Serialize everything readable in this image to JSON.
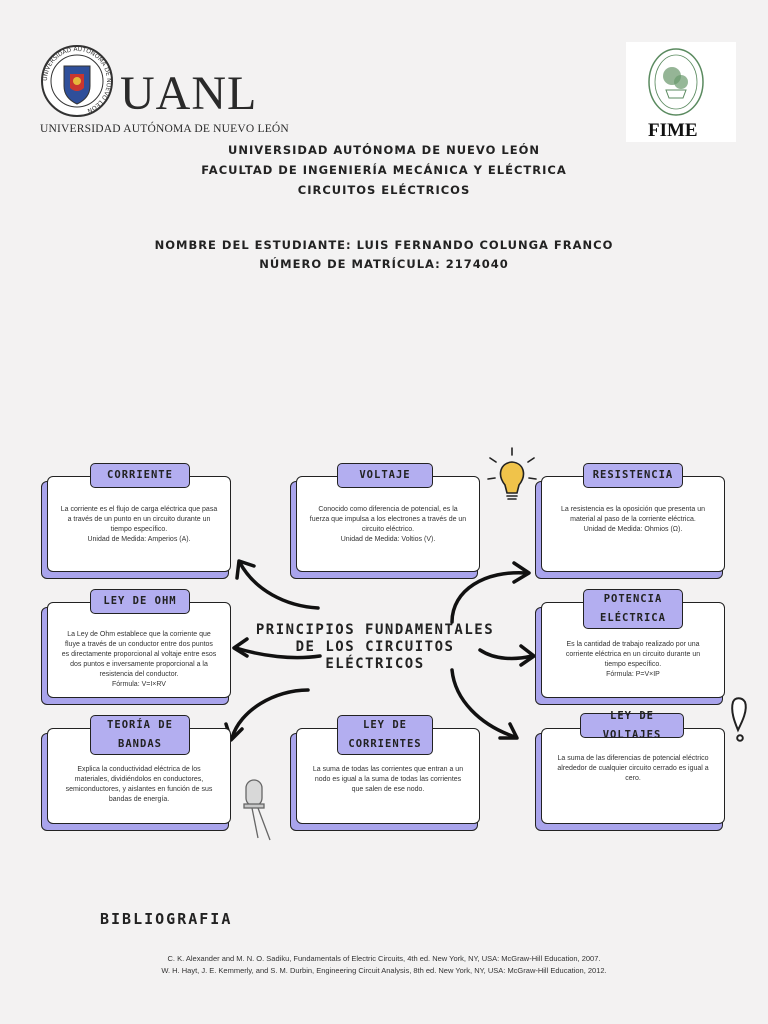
{
  "header": {
    "logo_text": "UANL",
    "logo_subtitle": "UNIVERSIDAD AUTÓNOMA DE NUEVO LEÓN",
    "seal_ring_text": "UNIVERSIDAD AUTÓNOMA DE NUEVO LEÓN",
    "fime_text": "FIME",
    "lines": [
      "UNIVERSIDAD AUTÓNOMA DE NUEVO LEÓN",
      "FACULTAD DE INGENIERÍA MECÁNICA Y ELÉCTRICA",
      "CIRCUITOS ELÉCTRICOS"
    ],
    "student": "NOMBRE DEL ESTUDIANTE: LUIS FERNANDO COLUNGA FRANCO",
    "matricula": "NÚMERO DE MATRÍCULA: 2174040"
  },
  "diagram": {
    "center_title": "PRINCIPIOS FUNDAMENTALES\nDE LOS CIRCUITOS\nELÉCTRICOS",
    "nodes": {
      "corriente": {
        "title": "CORRIENTE",
        "body": "La corriente es el flujo de carga eléctrica que pasa\na través de un punto en un circuito durante un\ntiempo específico.\nUnidad de Medida: Amperios (A)."
      },
      "voltaje": {
        "title": "VOLTAJE",
        "body": "Conocido como diferencia de potencial, es la\nfuerza que impulsa a los electrones a través de un\ncircuito eléctrico.\nUnidad de Medida: Voltios (V)."
      },
      "resistencia": {
        "title": "RESISTENCIA",
        "body": "La resistencia es la oposición que presenta un\nmaterial al paso de la corriente eléctrica.\nUnidad de Medida: Ohmios (Ω)."
      },
      "ley_ohm": {
        "title": "LEY DE OHM",
        "body": "La Ley de Ohm establece que la corriente que\nfluye a través de un conductor entre dos puntos\nes directamente proporcional al voltaje entre esos\ndos puntos e inversamente proporcional a la\nresistencia del conductor.\nFórmula: V=I×RV"
      },
      "potencia": {
        "title": "POTENCIA\nELÉCTRICA",
        "body": "Es la cantidad de trabajo realizado por una\ncorriente eléctrica en un circuito durante un\ntiempo específico.\nFórmula: P=V×IP"
      },
      "bandas": {
        "title": "TEORÍA DE\nBANDAS",
        "body": "Explica la conductividad eléctrica de los\nmateriales, dividiéndolos en conductores,\nsemiconductores, y aislantes en función de sus\nbandas de energía."
      },
      "corrientes": {
        "title": "LEY DE\nCORRIENTES",
        "body": "La suma de todas las corrientes que entran a un\nnodo es igual a la suma de todas las corrientes\nque salen de ese nodo."
      },
      "voltajes": {
        "title": "LEY DE VOLTAJES",
        "body": "La suma de las diferencias de potencial eléctrico\nalrededor de cualquier circuito cerrado es igual a\ncero."
      }
    },
    "icons": [
      "lightbulb-icon",
      "exclamation-icon",
      "led-icon"
    ],
    "accent_color": "#b3aef0",
    "shadow_color": "#a9a4ec"
  },
  "bibliography": {
    "title": "BIBLIOGRAFIA",
    "refs": [
      "C. K. Alexander and M. N. O. Sadiku, Fundamentals of Electric Circuits, 4th ed. New York, NY, USA: McGraw-Hill Education, 2007.",
      "W. H. Hayt, J. E. Kemmerly, and S. M. Durbin, Engineering Circuit Analysis, 8th ed. New York, NY, USA: McGraw-Hill Education, 2012."
    ]
  }
}
